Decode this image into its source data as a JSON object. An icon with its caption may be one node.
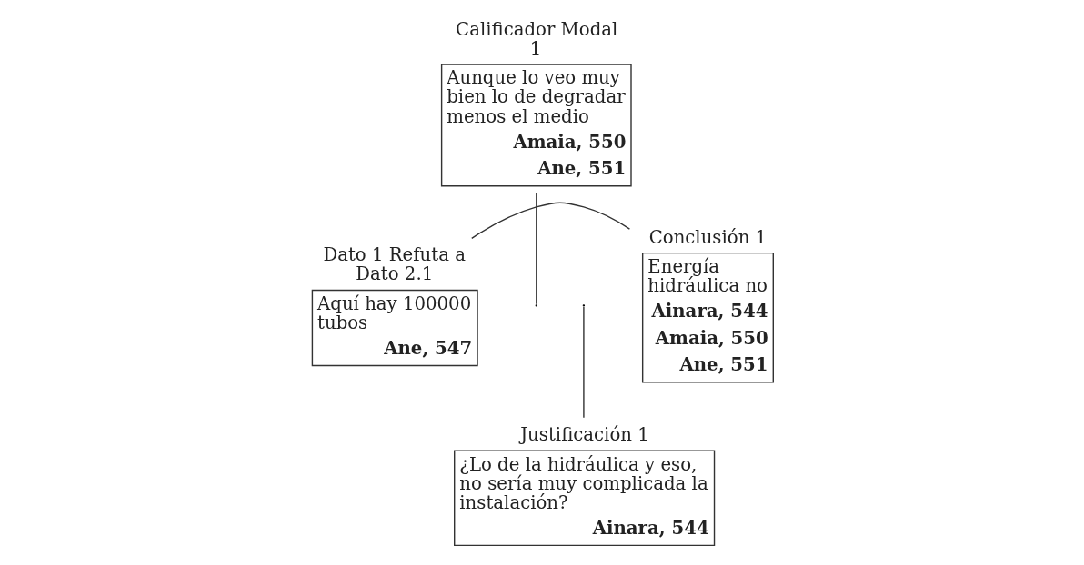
{
  "diagram": {
    "nodes": [
      {
        "text": [
          "Calificador Modal 1",
          "Aunque lo veo muy bien lo de degradar menos el medio",
          "Amaia, 550",
          "Ane, 551"
        ]
      },
      {
        "text": [
          "Dato 1 Refuta a Dato 2.1",
          "Aquí hay 100000 tubos",
          "Ane, 547"
        ]
      },
      {
        "text": [
          "Conclusión 1",
          "Energía hidráulica no",
          "Ainara, 544",
          "Amaia, 550",
          "Ane, 551"
        ]
      },
      {
        "text": [
          "Justificación 1",
          "¿Lo de la hidráulica y eso, no sería muy complicada la instalación?",
          "Ainara, 544"
        ]
      }
    ],
    "edges": [
      {
        "from": 1,
        "to": 2,
        "arrow": "none"
      },
      {
        "from": 0,
        "to": null,
        "arrow": "none"
      },
      {
        "from": 3,
        "to": null,
        "arrow": "none"
      }
    ]
  }
}
